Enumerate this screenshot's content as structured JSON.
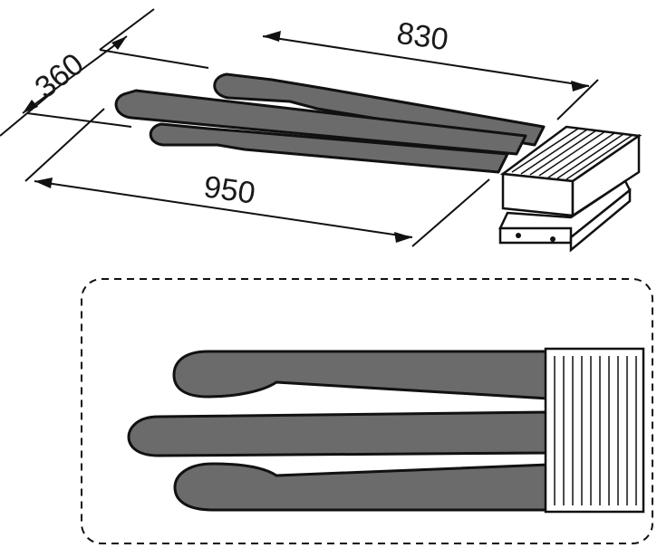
{
  "dimensions": {
    "depth": "360",
    "length_inner": "830",
    "length_total": "950"
  },
  "colors": {
    "arm_fill": "#6b6b6b",
    "outline": "#111111",
    "background": "#ffffff"
  }
}
